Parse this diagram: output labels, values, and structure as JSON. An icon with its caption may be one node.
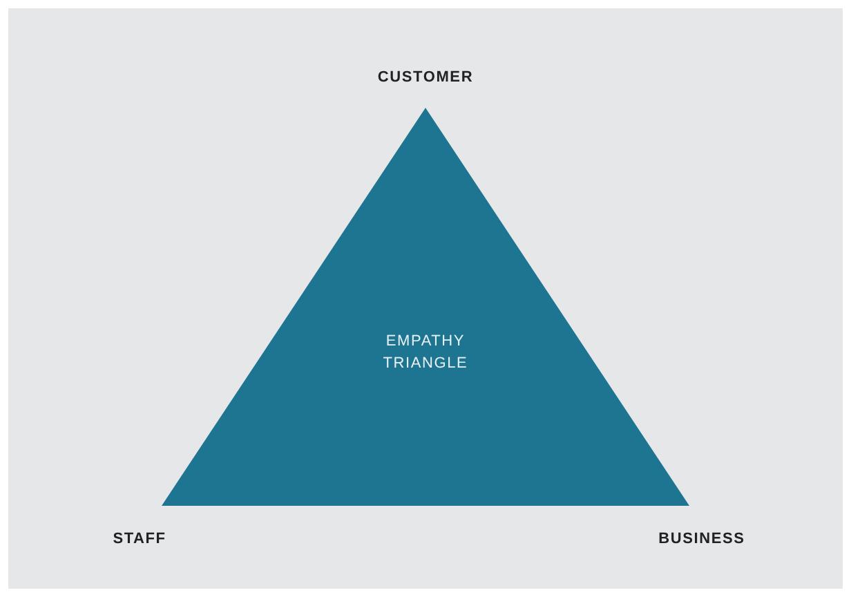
{
  "diagram": {
    "nodes": [
      {
        "text": [
          "EMPATHY TRIANGLE"
        ]
      }
    ],
    "labels": [
      "CUSTOMER",
      "STAFF",
      "BUSINESS"
    ]
  }
}
